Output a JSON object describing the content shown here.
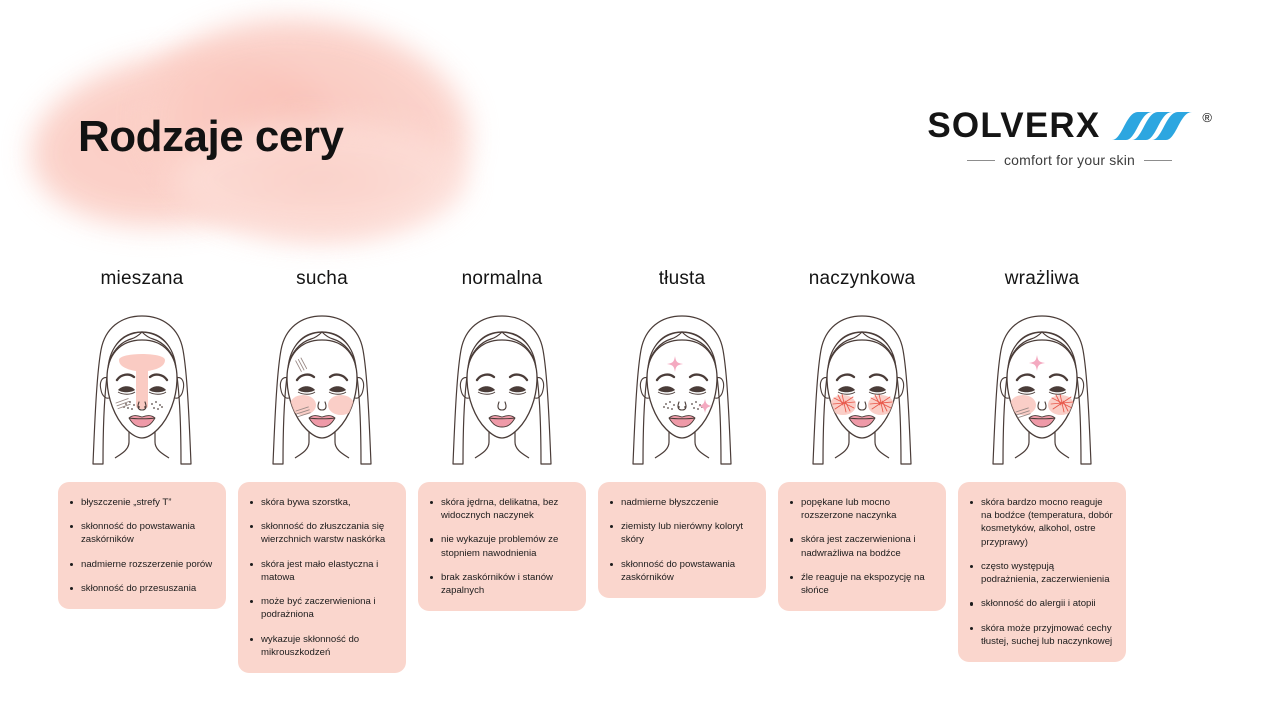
{
  "header": {
    "title": "Rodzaje cery",
    "logo": {
      "wordmark": "SOLVERX",
      "registered": "®",
      "tagline": "comfort for your skin",
      "stripes_icon": "logo-stripes-icon",
      "stripe_color": "#2ca6e0"
    },
    "blob_color": "#fbcdc4"
  },
  "colors": {
    "card_background": "#fad6cd",
    "text": "#1c1c1c",
    "face_outline": "#4a3c38",
    "blush": "#f9c5bd",
    "capillary": "#e8574a",
    "sparkle": "#f4a9c0",
    "lips": "#ef9aa8"
  },
  "columns": [
    {
      "id": "mieszana",
      "title": "mieszana",
      "face_icon": "face-combination-skin-icon",
      "face_features": [
        "t-zone-highlight",
        "pore-dots",
        "dry-lines",
        "blush-left"
      ],
      "bullets": [
        "błyszczenie „strefy T”",
        "skłonność do powstawania zaskórników",
        "nadmierne rozszerzenie porów",
        "skłonność do przesuszania"
      ]
    },
    {
      "id": "sucha",
      "title": "sucha",
      "face_icon": "face-dry-skin-icon",
      "face_features": [
        "blush-both-cheeks",
        "flake-lines-forehead",
        "flake-lines-cheek"
      ],
      "bullets": [
        "skóra bywa szorstka,",
        "skłonność do złuszczania się wierzchnich warstw naskórka",
        "skóra jest mało elastyczna i matowa",
        "może być zaczerwieniona i podrażniona",
        "wykazuje skłonność do mikrouszkodzeń"
      ]
    },
    {
      "id": "normalna",
      "title": "normalna",
      "face_icon": "face-normal-skin-icon",
      "face_features": [],
      "bullets": [
        "skóra jędrna, delikatna, bez widocznych naczynek",
        "nie wykazuje problemów ze stopniem nawodnienia",
        "brak zaskórników i stanów zapalnych"
      ]
    },
    {
      "id": "tlusta",
      "title": "tłusta",
      "face_icon": "face-oily-skin-icon",
      "face_features": [
        "sparkle-forehead",
        "sparkle-cheek",
        "pore-dots"
      ],
      "bullets": [
        "nadmierne błyszczenie",
        "ziemisty lub nierówny koloryt skóry",
        "skłonność do powstawania zaskórników"
      ]
    },
    {
      "id": "naczynkowa",
      "title": "naczynkowa",
      "face_icon": "face-couperose-skin-icon",
      "face_features": [
        "blush-both-cheeks",
        "capillaries-left",
        "capillaries-right"
      ],
      "bullets": [
        "popękane lub mocno rozszerzone naczynka",
        "skóra jest zaczerwieniona i nadwrażliwa na bodźce",
        "źle reaguje na ekspozycję na słońce"
      ]
    },
    {
      "id": "wrazliwa",
      "title": "wrażliwa",
      "face_icon": "face-sensitive-skin-icon",
      "face_features": [
        "sparkle-forehead",
        "blush-both-cheeks",
        "flake-lines-cheek",
        "capillaries-right"
      ],
      "bullets": [
        "skóra bardzo mocno reaguje na bodźce (temperatura, dobór kosmetyków, alkohol, ostre przyprawy)",
        "często występują podrażnienia, zaczerwienienia",
        "skłonność do alergii i atopii",
        "skóra może przyjmować cechy tłustej, suchej lub naczynkowej"
      ]
    }
  ]
}
